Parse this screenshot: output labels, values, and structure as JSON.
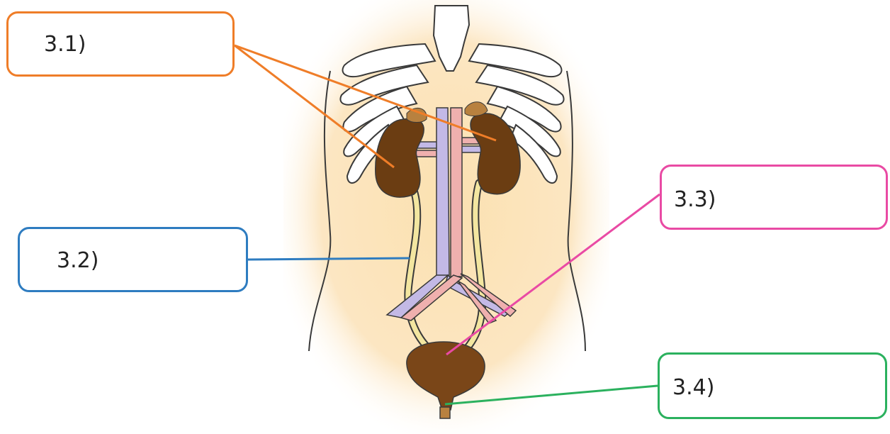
{
  "labels": [
    {
      "id": "box-1",
      "text": "3.1)",
      "color": "#ef7d28"
    },
    {
      "id": "box-2",
      "text": "3.2)",
      "color": "#2e7cc0"
    },
    {
      "id": "box-3",
      "text": "3.3)",
      "color": "#e94aa4"
    },
    {
      "id": "box-4",
      "text": "3.4)",
      "color": "#2bb15e"
    }
  ],
  "colors": {
    "skin": "#fbe3b8",
    "bone": "#ffffff",
    "outline": "#3a3a3a",
    "kidney": "#6b3d12",
    "adrenal": "#b8813f",
    "vein": "#c3b9e6",
    "artery": "#efb0ae",
    "ureter": "#f3e6a0",
    "bladder": "#7a4618"
  },
  "icons": [
    "kidney-left-icon",
    "kidney-right-icon",
    "bladder-icon",
    "ribcage-icon"
  ]
}
